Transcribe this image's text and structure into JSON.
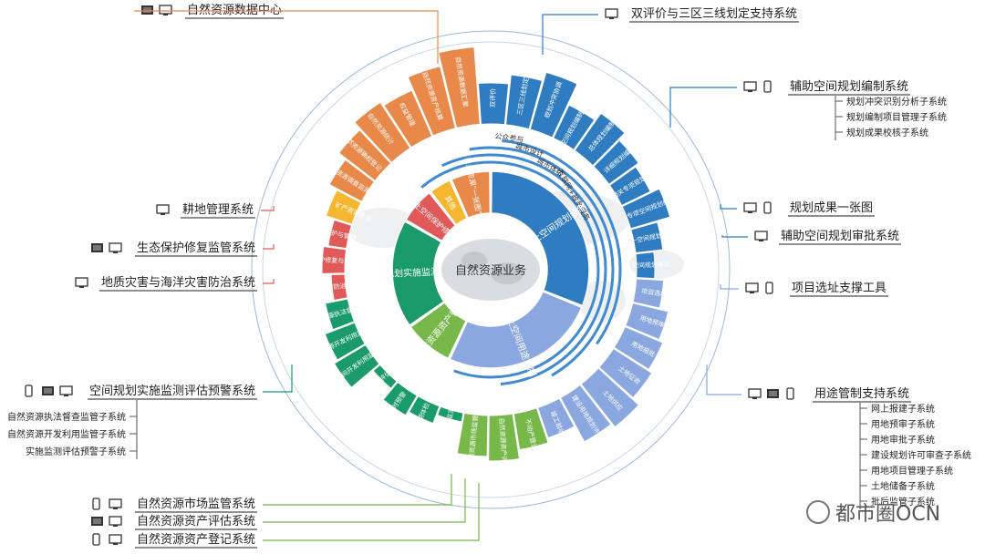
{
  "colors": {
    "blue": "#2f7cc1",
    "blue_light": "#8aa8df",
    "green_dark": "#1b9a6a",
    "green_light": "#78b84a",
    "red": "#e05a5a",
    "yellow": "#f5b730",
    "orange": "#e8894a",
    "grey": "#a0a0a0"
  },
  "center": {
    "label": "自然资源业务"
  },
  "inner_ring": [
    {
      "label": "国土空间规划编制",
      "color": "blue"
    },
    {
      "label": "国土空间用途管制",
      "color": "blue_light"
    },
    {
      "label": "自然资源资产管理",
      "color": "green_light"
    },
    {
      "label": "国土空间规划实施监测评估预警",
      "color": "green_dark"
    },
    {
      "label": "国土空间保护修复",
      "color": "red"
    },
    {
      "label": "其他",
      "color": "yellow"
    },
    {
      "label": "自然资源“一张图”建设",
      "color": "orange"
    }
  ],
  "arc_labels": [
    "公众参与",
    "城市设计",
    "城市体检",
    "互联网+政务服务"
  ],
  "outer_ring": [
    {
      "label": "双评价",
      "color": "blue"
    },
    {
      "label": "三区三线划定",
      "color": "blue"
    },
    {
      "label": "规划冲突协调",
      "color": "blue"
    },
    {
      "label": "空间规划编制审查",
      "color": "blue"
    },
    {
      "label": "总体规划编制",
      "color": "blue"
    },
    {
      "label": "详细规划编制",
      "color": "blue"
    },
    {
      "label": "相关专项规划编制",
      "color": "blue"
    },
    {
      "label": "专项空间规划编制",
      "color": "blue"
    },
    {
      "label": "统一空间规划数据库",
      "color": "blue"
    },
    {
      "label": "空间规划审批",
      "color": "blue"
    },
    {
      "label": "项目选址",
      "color": "blue_light"
    },
    {
      "label": "用地预审",
      "color": "blue_light"
    },
    {
      "label": "用地报批",
      "color": "blue_light"
    },
    {
      "label": "土地征收",
      "color": "blue_light"
    },
    {
      "label": "土地供应",
      "color": "blue_light"
    },
    {
      "label": "建设用地规划许可",
      "color": "blue_light"
    },
    {
      "label": "竣工验收",
      "color": "blue_light"
    },
    {
      "label": "不动产登记",
      "color": "green_light"
    },
    {
      "label": "自然资源资产评价",
      "color": "green_light"
    },
    {
      "label": "自然资源市场监管",
      "color": "green_light"
    },
    {
      "label": "动态监测",
      "color": "green_dark"
    },
    {
      "label": "定期体检",
      "color": "green_dark"
    },
    {
      "label": "及时预警",
      "color": "green_dark"
    },
    {
      "label": "专项评估",
      "color": "green_dark"
    },
    {
      "label": "国土空间开发利用监测",
      "color": "green_dark"
    },
    {
      "label": "自然资源开发利用监测",
      "color": "green_dark"
    },
    {
      "label": "自然资源执法督查",
      "color": "green_dark"
    },
    {
      "label": "灾害防治",
      "color": "red"
    },
    {
      "label": "生态保护修复与监管",
      "color": "red"
    },
    {
      "label": "耕地保护与管理",
      "color": "red"
    },
    {
      "label": "特色城镇、矿产资源管理",
      "color": "yellow"
    },
    {
      "label": "自然资源调查监测",
      "color": "orange"
    },
    {
      "label": "自然资源确权登记",
      "color": "orange"
    },
    {
      "label": "自然资源统计",
      "color": "orange"
    },
    {
      "label": "权益管理",
      "color": "orange"
    },
    {
      "label": "自然资源资产核算",
      "color": "orange"
    },
    {
      "label": "自然资源数据汇聚",
      "color": "orange"
    }
  ],
  "systems": [
    {
      "label": "自然资源数据中心",
      "color": "orange",
      "icons": [
        "tablet",
        "monitor"
      ],
      "side": "top-left"
    },
    {
      "label": "双评价与三区三线划定支持系统",
      "color": "blue",
      "icons": [
        "monitor"
      ],
      "side": "top-right"
    },
    {
      "label": "辅助空间规划编制系统",
      "color": "blue",
      "icons": [
        "monitor",
        "phone"
      ],
      "side": "right",
      "subs": [
        "规划冲突识别分析子系统",
        "规划编制项目管理子系统",
        "规划成果校核子系统"
      ]
    },
    {
      "label": "规划成果一张图",
      "color": "blue",
      "icons": [
        "monitor",
        "phone"
      ],
      "side": "right"
    },
    {
      "label": "辅助空间规划审批系统",
      "color": "blue",
      "icons": [
        "monitor"
      ],
      "side": "right"
    },
    {
      "label": "项目选址支撑工具",
      "color": "blue_light",
      "icons": [
        "monitor",
        "phone"
      ],
      "side": "right"
    },
    {
      "label": "用途管制支持系统",
      "color": "blue_light",
      "icons": [
        "monitor",
        "tablet",
        "phone"
      ],
      "side": "right",
      "subs": [
        "网上报建子系统",
        "用地预审子系统",
        "用地审批子系统",
        "建设规划许可审查子系统",
        "用地项目管理子系统",
        "土地储备子系统",
        "批后监管子系统"
      ]
    },
    {
      "label": "耕地管理系统",
      "color": "red",
      "icons": [
        "monitor"
      ],
      "side": "left"
    },
    {
      "label": "生态保护修复监管系统",
      "color": "red",
      "icons": [
        "tablet",
        "monitor"
      ],
      "side": "left"
    },
    {
      "label": "地质灾害与海洋灾害防治系统",
      "color": "red",
      "icons": [
        "monitor"
      ],
      "side": "left"
    },
    {
      "label": "空间规划实施监测评估预警系统",
      "color": "green_dark",
      "icons": [
        "phone",
        "tablet",
        "monitor"
      ],
      "side": "left",
      "subs": [
        "自然资源执法督查监管子系统",
        "自然资源开发利用监管子系统",
        "实施监测评估预警子系统"
      ]
    },
    {
      "label": "自然资源市场监管系统",
      "color": "green_light",
      "icons": [
        "phone",
        "monitor"
      ],
      "side": "bottom"
    },
    {
      "label": "自然资源资产评估系统",
      "color": "green_light",
      "icons": [
        "tablet",
        "monitor"
      ],
      "side": "bottom"
    },
    {
      "label": "自然资源资产登记系统",
      "color": "green_light",
      "icons": [
        "phone",
        "monitor"
      ],
      "side": "bottom"
    }
  ],
  "watermark": "都市圈OCN"
}
